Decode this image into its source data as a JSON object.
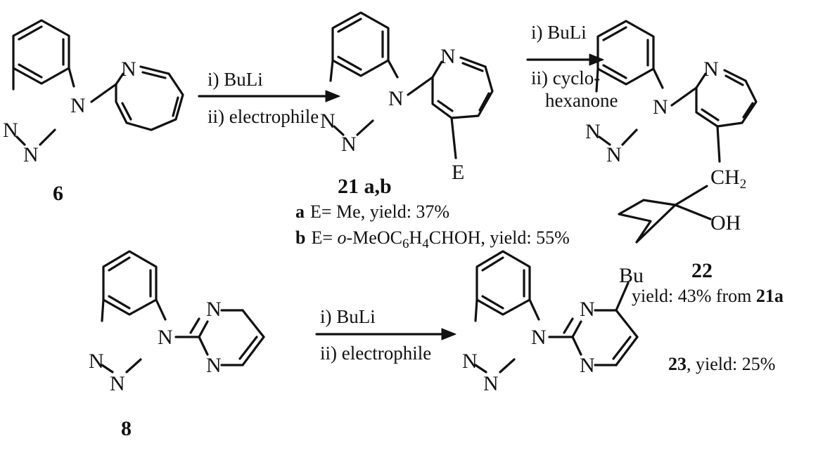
{
  "atoms": {
    "N": "N",
    "E": "E",
    "Bu": "Bu",
    "CH": "CH",
    "two": "2",
    "OH": "OH"
  },
  "reaction1": {
    "step1": "i) BuLi",
    "step2": "ii) electrophile"
  },
  "reaction2": {
    "step1": "i) BuLi",
    "step2_line1": "ii) cyclo-",
    "step2_line2": "hexanone"
  },
  "reaction3": {
    "step1": "i) BuLi",
    "step2": "ii) electrophile"
  },
  "compounds": {
    "c6": {
      "label": "6"
    },
    "c21": {
      "label": "21 a,b",
      "a": {
        "key": "a",
        "text": "E= Me, yield: 37%"
      },
      "b": {
        "key": "b",
        "pre": "E= ",
        "ortho": "o",
        "mid": "-MeOC",
        "s6": "6",
        "h": "H",
        "s4": "4",
        "post": "CHOH, yield: 55%"
      }
    },
    "c22": {
      "label": "22",
      "yield_pre": "yield: 43% from ",
      "yield_ref": "21a"
    },
    "c8": {
      "label": "8"
    },
    "c23": {
      "label": "23",
      "yield": ", yield: 25%"
    }
  }
}
